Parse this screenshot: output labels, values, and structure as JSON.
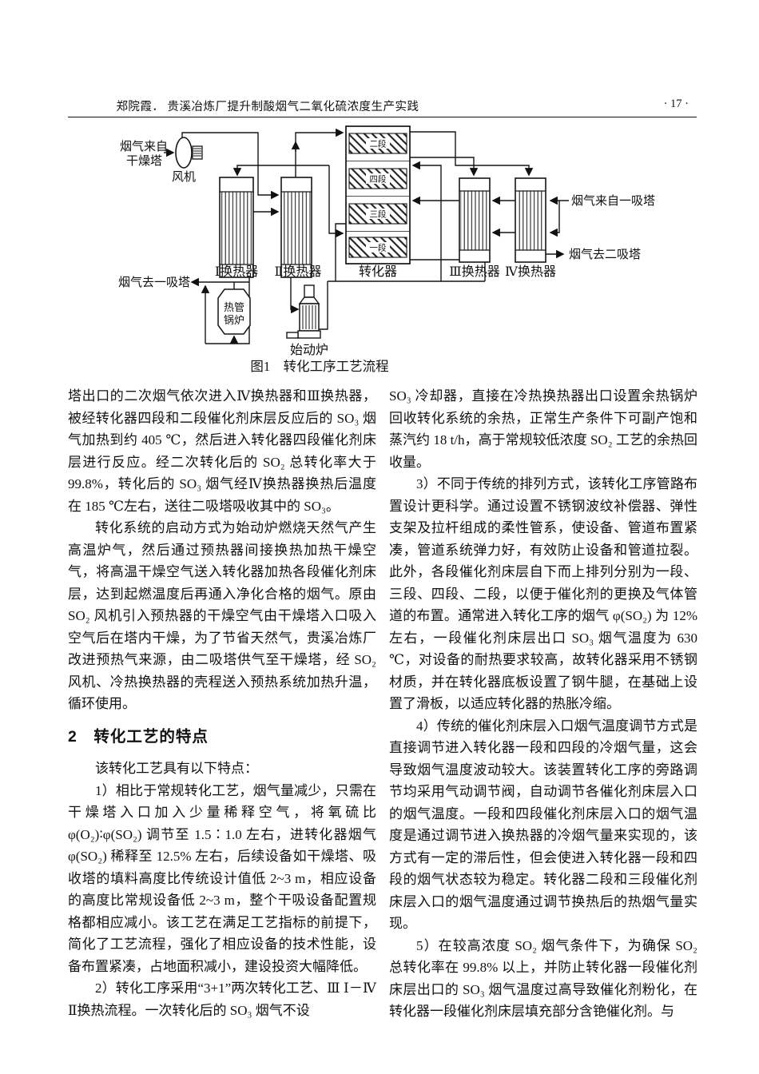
{
  "header": {
    "running_title": "郑院霞． 贵溪冶炼厂提升制酸烟气二氧化硫浓度生产实践",
    "page_number": "· 17 ·"
  },
  "figure": {
    "caption": "图1　转化工序工艺流程",
    "labels": {
      "from_drying_line1": "烟气来自",
      "from_drying_line2": "干燥塔",
      "fan": "风机",
      "hx1": "Ⅰ换热器",
      "hx2": "Ⅱ换热器",
      "hx3": "Ⅲ换热器",
      "hx4": "Ⅳ换热器",
      "converter": "转化器",
      "bed2": "二段",
      "bed4": "四段",
      "bed3": "三段",
      "bed1": "一段",
      "boiler_line1": "热管",
      "boiler_line2": "锅炉",
      "furnace": "始动炉",
      "to_first_abs": "烟气去一吸塔",
      "from_first_abs": "烟气来自一吸塔",
      "to_second_abs": "烟气去二吸塔"
    }
  },
  "content": {
    "left": {
      "p1": "塔出口的二次烟气依次进入Ⅳ换热器和Ⅲ换热器，被经转化器四段和二段催化剂床层反应后的 SO₃ 烟气加热到约 405 ℃，然后进入转化器四段催化剂床层进行反应。经二次转化后的 SO₂ 总转化率大于 99.8%，转化后的 SO₃ 烟气经Ⅳ换热器换热后温度在 185 ℃左右，送往二吸塔吸收其中的 SO₃。",
      "p2": "转化系统的启动方式为始动炉燃烧天然气产生高温炉气，然后通过预热器间接换热加热干燥空气，将高温干燥空气送入转化器加热各段催化剂床层，达到起燃温度后再通入净化合格的烟气。原由 SO₂ 风机引入预热器的干燥空气由干燥塔入口吸入空气后在塔内干燥，为了节省天然气，贵溪冶炼厂改进预热气来源，由二吸塔供气至干燥塔，经 SO₂ 风机、冷热换热器的壳程送入预热系统加热升温，循环使用。",
      "h2": "2　转化工艺的特点",
      "p3": "该转化工艺具有以下特点：",
      "p4": "1）相比于常规转化工艺，烟气量减少，只需在干燥塔入口加入少量稀释空气，将氧硫比 φ(O₂)∶φ(SO₂) 调节至 1.5∶1.0 左右，进转化器烟气 φ(SO₂) 稀释至 12.5% 左右，后续设备如干燥塔、吸收塔的填料高度比传统设计值低 2~3 m，相应设备的高度比常规设备低 2~3 m，整个干吸设备配置规格都相应减小。该工艺在满足工艺指标的前提下，简化了工艺流程，强化了相应设备的技术性能，设备布置紧凑，占地面积减小，建设投资大幅降低。",
      "p5": "2）转化工序采用“3+1”两次转化工艺、Ⅲ Ⅰ－Ⅳ Ⅱ换热流程。一次转化后的 SO₃ 烟气不设"
    },
    "right": {
      "p6": "SO₃ 冷却器，直接在冷热换热器出口设置余热锅炉回收转化系统的余热，正常生产条件下可副产饱和蒸汽约 18 t/h，高于常规较低浓度 SO₂ 工艺的余热回收量。",
      "p7": "3）不同于传统的排列方式，该转化工序管路布置设计更科学。通过设置不锈钢波纹补偿器、弹性支架及拉杆组成的柔性管系，使设备、管道布置紧凑，管道系统弹力好，有效防止设备和管道拉裂。此外，各段催化剂床层自下而上排列分别为一段、三段、四段、二段，以便于催化剂的更换及气体管道的布置。通常进入转化工序的烟气 φ(SO₂) 为 12% 左右，一段催化剂床层出口 SO₃ 烟气温度为 630 ℃，对设备的耐热要求较高，故转化器采用不锈钢材质，并在转化器底板设置了钢牛腿，在基础上设置了滑板，以适应转化器的热胀冷缩。",
      "p8": "4）传统的催化剂床层入口烟气温度调节方式是直接调节进入转化器一段和四段的冷烟气量，这会导致烟气温度波动较大。该装置转化工序的旁路调节均采用气动调节阀，自动调节各催化剂床层入口的烟气温度。一段和四段催化剂床层入口的烟气温度是通过调节进入换热器的冷烟气量来实现的，该方式有一定的滞后性，但会使进入转化器一段和四段的烟气状态较为稳定。转化器二段和三段催化剂床层入口的烟气温度通过调节换热后的热烟气量实现。",
      "p9": "5）在较高浓度 SO₂ 烟气条件下，为确保 SO₂ 总转化率在 99.8% 以上，并防止转化器一段催化剂床层出口的 SO₃ 烟气温度过高导致催化剂粉化，在转化器一段催化剂床层填充部分含铯催化剂。与"
    }
  }
}
